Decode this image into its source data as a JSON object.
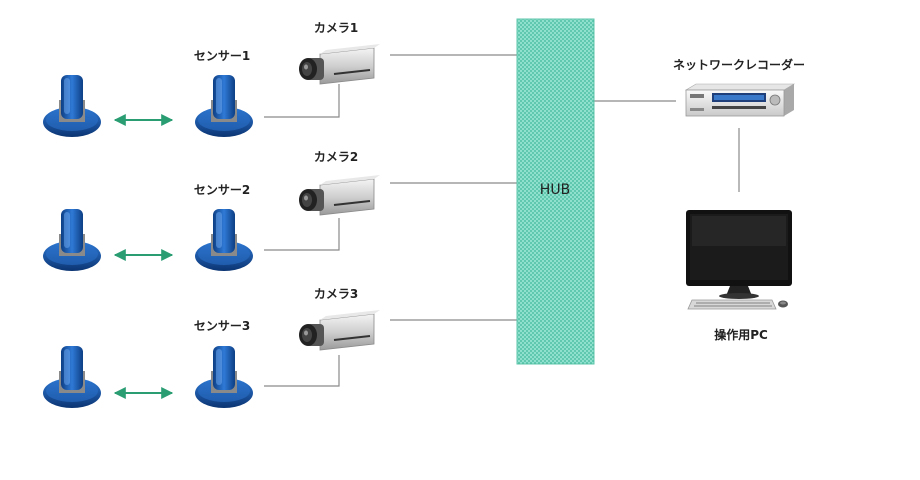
{
  "sensors": [
    {
      "label": "センサー1"
    },
    {
      "label": "センサー2"
    },
    {
      "label": "センサー3"
    }
  ],
  "cameras": [
    {
      "label": "カメラ1"
    },
    {
      "label": "カメラ2"
    },
    {
      "label": "カメラ3"
    }
  ],
  "hub": {
    "label": "HUB"
  },
  "recorder": {
    "label": "ネットワークレコーダー"
  },
  "pc": {
    "label": "操作用PC"
  },
  "colors": {
    "sensor_blue": "#1a5fb4",
    "arrow_green": "#2a9d73",
    "hub_fill": "#9fe8d8",
    "line_gray": "#888888"
  }
}
